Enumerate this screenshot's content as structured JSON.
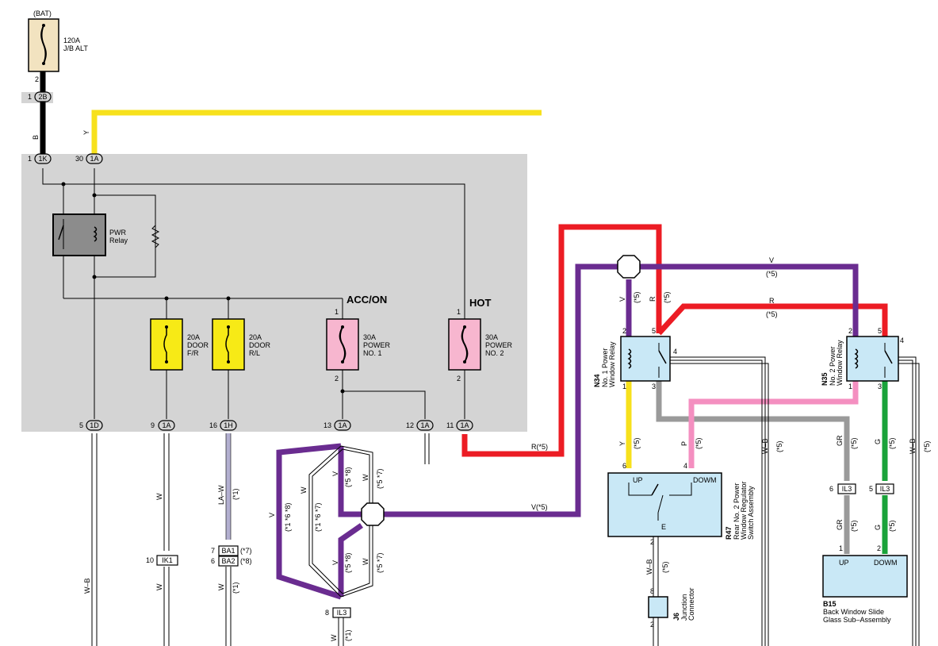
{
  "battery": "(BAT)",
  "fuse_alt": {
    "rating": "120A",
    "name": "J/B ALT"
  },
  "fuse_door_fr": {
    "rating": "20A",
    "name1": "DOOR",
    "name2": "F/R"
  },
  "fuse_door_rl": {
    "rating": "20A",
    "name1": "DOOR",
    "name2": "R/L"
  },
  "fuse_power1": {
    "rating": "30A",
    "name1": "POWER",
    "name2": "NO. 1"
  },
  "fuse_power2": {
    "rating": "30A",
    "name1": "POWER",
    "name2": "NO. 2"
  },
  "pwr_relay": {
    "line1": "PWR",
    "line2": "Relay"
  },
  "acc_on": "ACC/ON",
  "hot": "HOT",
  "connectors": {
    "c2B": "2B",
    "c1K": "1K",
    "c1A": "1A",
    "c1D": "1D",
    "c1H": "1H",
    "cIK1": "IK1",
    "cBA1": "BA1",
    "cBA2": "BA2",
    "cIL3": "IL3"
  },
  "pins": {
    "p2": "2",
    "p1": "1",
    "p30": "30",
    "p5": "5",
    "p9": "9",
    "p16": "16",
    "p13": "13",
    "p12": "12",
    "p11": "11",
    "p10": "10",
    "p7": "7",
    "p6": "6",
    "p8": "8",
    "p3": "3",
    "p4": "4"
  },
  "wires": {
    "B": "B",
    "Y": "Y",
    "W": "W",
    "LAW": "LA–W",
    "WB": "W–B",
    "V": "V",
    "R": "R",
    "P": "P",
    "GR": "GR",
    "G": "G",
    "R5": "R(*5)",
    "V5": "V(*5)"
  },
  "notes": {
    "n1": "(*1)",
    "n5": "(*5)",
    "n7": "(*7)",
    "n8": "(*8)",
    "n168": "(*1 *6 *8)",
    "n167": "(*1 *6 *7)",
    "n58": "(*5 *8)",
    "n57": "(*5 *7)"
  },
  "n34": {
    "id": "N34",
    "line1": "No. 1 Power",
    "line2": "Window Relay"
  },
  "n35": {
    "id": "N35",
    "line1": "No. 2 Power",
    "line2": "Window Relay"
  },
  "r47": {
    "id": "R47",
    "line1": "Rear No. 2 Power",
    "line2": "Window Regulator",
    "line3": "Switch Assembly",
    "up": "UP",
    "down": "DOWM",
    "e": "E"
  },
  "j6": {
    "id": "J6",
    "line1": "Junction",
    "line2": "Connector"
  },
  "b15": {
    "id": "B15",
    "line1": "Back Window Slide",
    "line2": "Glass Sub–Assembly",
    "up": "UP",
    "down": "DOWM"
  },
  "colors": {
    "yellow_wire": "#f7e11c",
    "red_wire": "#ec1c24",
    "purple_wire": "#6a2c90",
    "pink_wire": "#f48fc0",
    "green_wire": "#1aa33a",
    "gray_wire": "#9a9a9a",
    "panel": "#d4d4d4",
    "fuse_yellow": "#f7ea16",
    "fuse_pink": "#f7b6cf",
    "fuse_tan": "#f2e3c0",
    "relay_blue": "#c9e8f6"
  }
}
